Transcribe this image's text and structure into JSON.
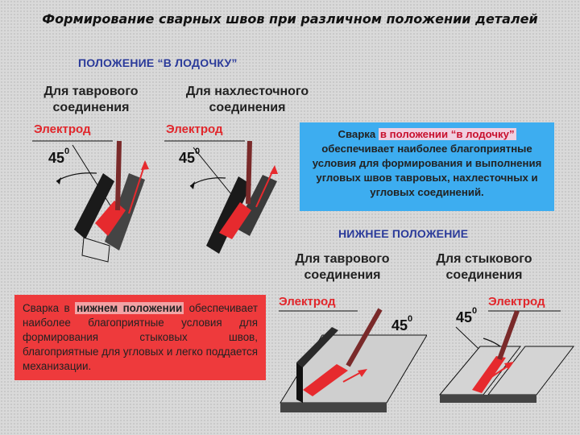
{
  "title": "Формирование сварных швов при различном положении деталей",
  "section_boat": "ПОЛОЖЕНИЕ “В ЛОДОЧКУ”",
  "section_flat": "НИЖНЕЕ ПОЛОЖЕНИЕ",
  "labels": {
    "tee_joint_1": "Для таврового",
    "tee_joint_2": "соединения",
    "lap_joint_1": "Для нахлесточного",
    "lap_joint_2": "соединения",
    "butt_joint_1": "Для стыкового",
    "butt_joint_2": "соединения",
    "electrode": "Электрод",
    "angle": "45",
    "angle_unit": "0"
  },
  "boat_text": {
    "prefix": "Сварка",
    "highlight": "в положении “в лодочку”",
    "rest": "обеспечивает наиболее благоприятные условия для формирования и выполнения угловых швов тавровых, нахлесточных и угловых соединений."
  },
  "flat_text": {
    "prefix": "Сварка в",
    "highlight": "нижнем положении",
    "rest": "обеспечивает наиболее благоприятные условия для формирования стыковых швов, благоприятные для угловых и легко поддается механизации."
  },
  "colors": {
    "background": "#d9d9d9",
    "blue_box": "#3dadf0",
    "red_box": "#ee3a3c",
    "electrode_text": "#e1262b",
    "section_text": "#2a3a9a"
  }
}
